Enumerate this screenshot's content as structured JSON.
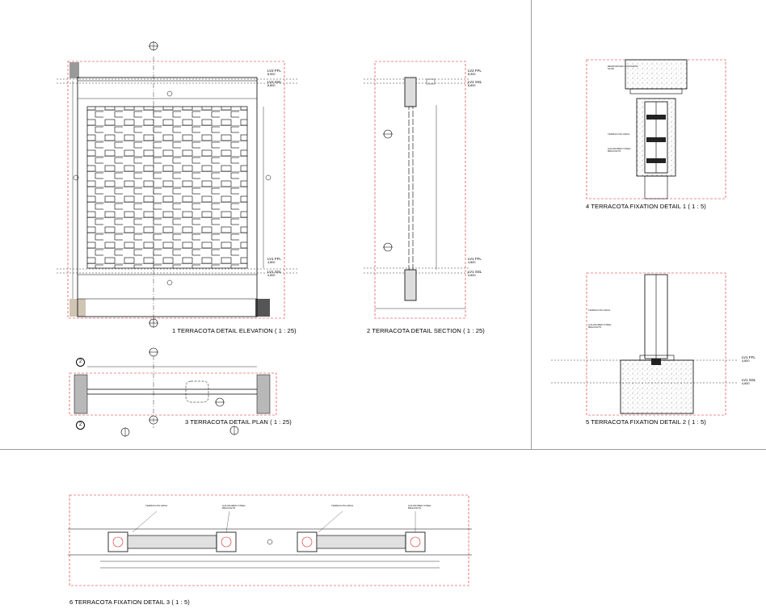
{
  "sheet": {
    "border_color": "#9a9a9a",
    "markup_color": "#e02020"
  },
  "views": {
    "elevation": {
      "caption": "1   TERRACOTA DETAIL ELEVATION    ( 1 : 25)"
    },
    "section": {
      "caption": "2   TERRACOTA DETAIL SECTION    ( 1 : 25)"
    },
    "plan": {
      "caption": "3   TERRACOTA DETAIL PLAN    ( 1 : 25)"
    },
    "fix1": {
      "caption": "4   TERRACOTA FIXATION DETAIL 1     ( 1 : 5)"
    },
    "fix2": {
      "caption": "5   TERRACOTA FIXATION DETAIL 2     ( 1 : 5)"
    },
    "fix3": {
      "caption": "6   TERRACOTA FIXATION DETAIL 3     ( 1 : 5)"
    }
  },
  "levels": {
    "l2_ffl": {
      "name": "LV2 FFL",
      "value": "8,900"
    },
    "l2_ssl": {
      "name": "LV2 SSL",
      "value": "8,800"
    },
    "l1_ffl": {
      "name": "LV1 FFL",
      "value": "4,800"
    },
    "l1_ssl": {
      "name": "LV1 SSL",
      "value": "4,600"
    }
  },
  "grid_markers": {
    "plan_grid": "2"
  },
  "callouts": {
    "terracotta_arch": "TERRACOTA ARCH",
    "galvanized_steel": "GALVANIZED STEEL",
    "brackets": "BRACKETS",
    "reinforced_concrete": "REINFORCED CONCRETE",
    "slab": "SLAB"
  }
}
